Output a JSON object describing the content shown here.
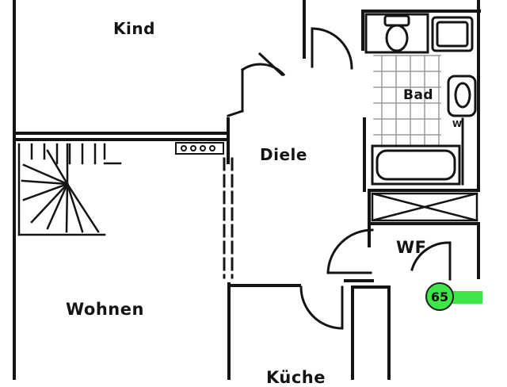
{
  "floorplan": {
    "rooms": {
      "kind": "Kind",
      "diele": "Diele",
      "bad": "Bad",
      "wf": "WF",
      "wohnen": "Wohnen",
      "kueche": "Küche"
    },
    "fixture_marker": "W",
    "unit_number": "65",
    "colors": {
      "ink": "#141414",
      "badge": "#3ee64a",
      "background": "#ffffff",
      "tile": "#9a9a9a"
    }
  }
}
